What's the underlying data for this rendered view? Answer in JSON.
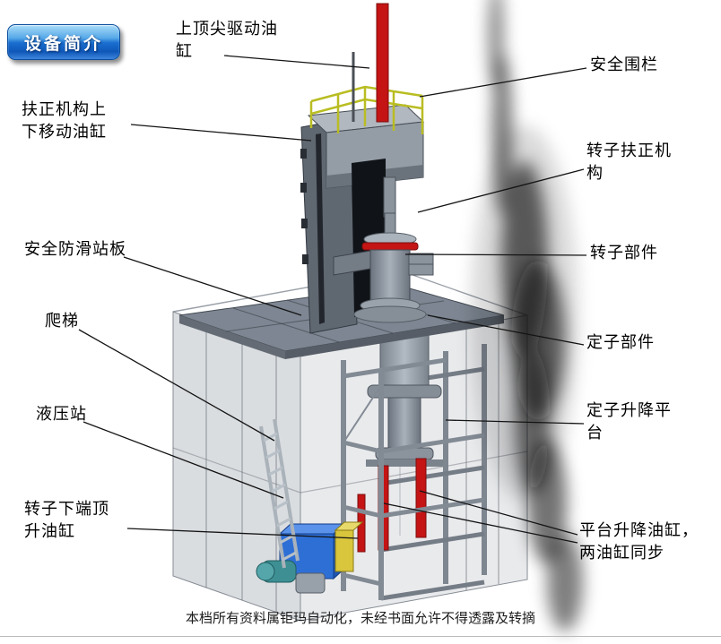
{
  "badge": {
    "label": "设备简介"
  },
  "callouts": [
    {
      "name": "top-tip-drive-cylinder",
      "label": "上顶尖驱动油\n缸"
    },
    {
      "name": "safety-fence",
      "label": "安全围栏"
    },
    {
      "name": "centering-updown-cylinder",
      "label": "扶正机构上\n下移动油缸"
    },
    {
      "name": "rotor-centering-mechanism",
      "label": "转子扶正机\n构"
    },
    {
      "name": "anti-slip-platform",
      "label": "安全防滑站板"
    },
    {
      "name": "rotor-component",
      "label": "转子部件"
    },
    {
      "name": "ladder",
      "label": "爬梯"
    },
    {
      "name": "stator-component",
      "label": "定子部件"
    },
    {
      "name": "hydraulic-station",
      "label": "液压站"
    },
    {
      "name": "stator-lift-platform",
      "label": "定子升降平\n台"
    },
    {
      "name": "rotor-bottom-jack-cylinder",
      "label": "转子下端顶\n升油缸"
    },
    {
      "name": "platform-lift-cylinders",
      "label": "平台升降油缸，\n两油缸同步"
    }
  ],
  "footer": {
    "disclaimer": "本档所有资料属钜玛自动化，未经书面允许不得透露及转摘"
  },
  "colors": {
    "cylinder_red": "#c41414",
    "railing_yellow": "#b9bd22",
    "hydraulic_blue": "#2e6fd6",
    "badge_blue": "#1272d4"
  }
}
